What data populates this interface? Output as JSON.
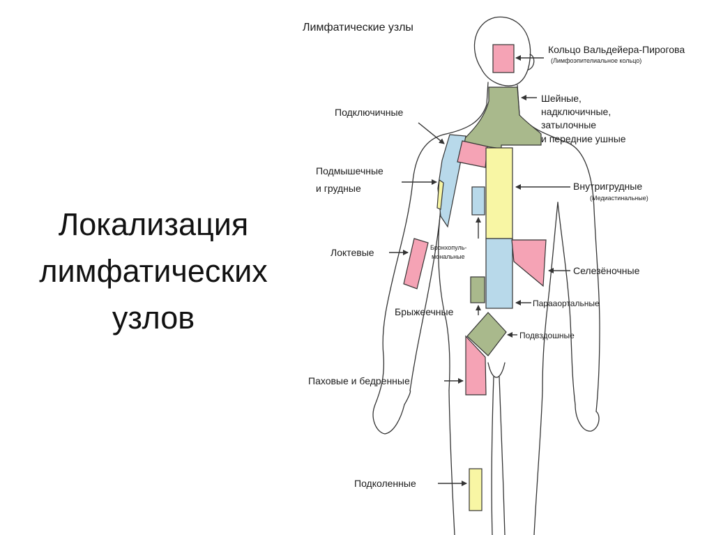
{
  "slide": {
    "title_lines": [
      "Локализация",
      "лимфатических",
      "узлов"
    ]
  },
  "diagram": {
    "title": "Лимфатические узлы",
    "labels": {
      "waldeyer_1": "Кольцо Вальдейера-Пирогова",
      "waldeyer_2": "(Лимфоэпителиальное кольцо)",
      "cervical_1": "Шейные,",
      "cervical_2": "надключичные,",
      "cervical_3": "затылочные",
      "cervical_4": "и передние ушные",
      "subclavian": "Подключичные",
      "axillary_1": "Подмышечные",
      "axillary_2": "и грудные",
      "intrathoracic_1": "Внутригрудные",
      "intrathoracic_2": "(Медиастинальные)",
      "cubital": "Локтевые",
      "bronchopulmonary_1": "Бронхопуль-",
      "bronchopulmonary_2": "мональные",
      "splenic": "Селезёночные",
      "mesenteric": "Брыжеечные",
      "paraaortic": "Парааортальные",
      "iliac": "Подвздошные",
      "inguinal": "Паховые и бедренные",
      "popliteal": "Подколенные"
    },
    "colors": {
      "pink": "#F5A3B5",
      "green": "#A9B98C",
      "blue": "#B8D9EA",
      "yellow": "#F8F6A4",
      "outline": "#333333"
    }
  }
}
